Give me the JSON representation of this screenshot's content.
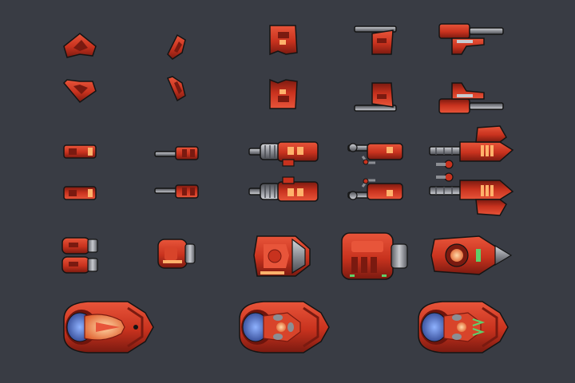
{
  "sheet": {
    "background": "#393c44",
    "palette": {
      "red": "#c8321e",
      "red_light": "#e8553a",
      "red_dark": "#6e140c",
      "steel": "#8c8e94",
      "steel_dark": "#4a4c52",
      "steel_light": "#c8cacf",
      "glass": "#3a63b8",
      "glass_light": "#8fb2ff",
      "glow": "#ffb26b",
      "green": "#5fd06a",
      "outline": "#141414"
    },
    "rows": [
      {
        "name": "wing-pieces",
        "items": [
          {
            "name": "wing-small-a",
            "icon": "wing-icon"
          },
          {
            "name": "wing-slim-a",
            "icon": "wing-icon"
          },
          {
            "name": "wing-block-a",
            "icon": "wing-icon"
          },
          {
            "name": "wing-gun-a",
            "icon": "wing-gun-icon"
          },
          {
            "name": "wing-cannon-a",
            "icon": "wing-cannon-icon"
          }
        ]
      },
      {
        "name": "wing-pieces-mirrored",
        "items": [
          {
            "name": "wing-small-b",
            "icon": "wing-icon"
          },
          {
            "name": "wing-slim-b",
            "icon": "wing-icon"
          },
          {
            "name": "wing-block-b",
            "icon": "wing-icon"
          },
          {
            "name": "wing-gun-b",
            "icon": "wing-gun-icon"
          },
          {
            "name": "wing-cannon-b",
            "icon": "wing-cannon-icon"
          }
        ]
      },
      {
        "name": "weapons",
        "items": [
          {
            "name": "gun-pod-small-a",
            "icon": "gun-icon"
          },
          {
            "name": "gun-barrel-a",
            "icon": "gun-icon"
          },
          {
            "name": "gatling-a",
            "icon": "gatling-icon"
          },
          {
            "name": "twin-gun-a",
            "icon": "gun-icon"
          },
          {
            "name": "heavy-cannon-a",
            "icon": "cannon-icon"
          }
        ]
      },
      {
        "name": "weapons-mirrored",
        "items": [
          {
            "name": "gun-pod-small-b",
            "icon": "gun-icon"
          },
          {
            "name": "gun-barrel-b",
            "icon": "gun-icon"
          },
          {
            "name": "gatling-b",
            "icon": "gatling-icon"
          },
          {
            "name": "twin-gun-b",
            "icon": "gun-icon"
          },
          {
            "name": "heavy-cannon-b",
            "icon": "cannon-icon"
          }
        ]
      },
      {
        "name": "engines",
        "items": [
          {
            "name": "twin-thruster",
            "icon": "engine-icon"
          },
          {
            "name": "small-engine",
            "icon": "engine-icon"
          },
          {
            "name": "medium-engine",
            "icon": "engine-icon"
          },
          {
            "name": "large-engine",
            "icon": "engine-icon"
          },
          {
            "name": "nose-cone",
            "icon": "nose-cone-icon"
          }
        ]
      },
      {
        "name": "cockpits",
        "items": [
          {
            "name": "cockpit-a",
            "icon": "cockpit-icon"
          },
          {
            "name": "cockpit-b",
            "icon": "cockpit-icon"
          },
          {
            "name": "cockpit-c",
            "icon": "cockpit-icon"
          }
        ]
      }
    ]
  }
}
